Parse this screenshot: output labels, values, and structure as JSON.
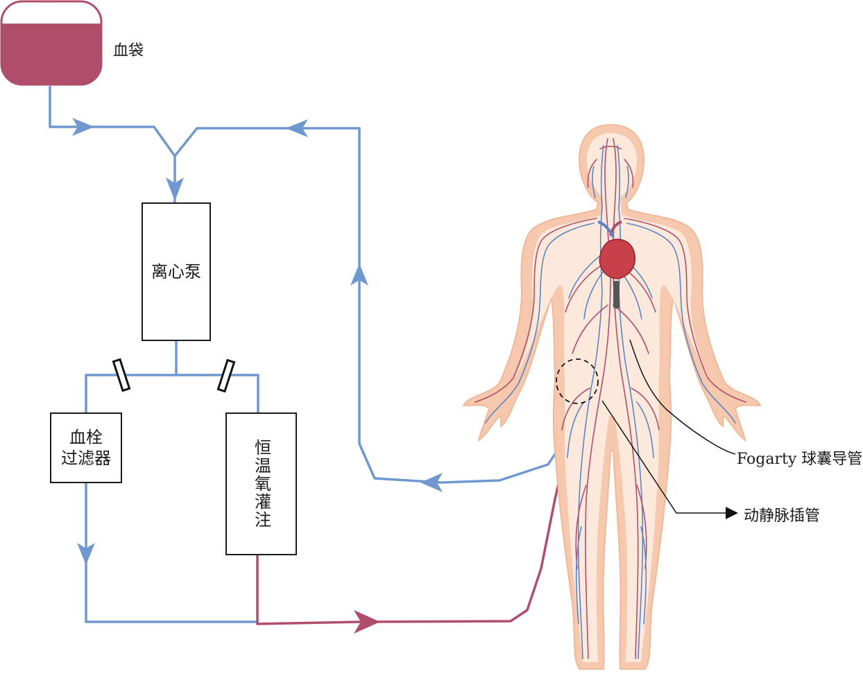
{
  "labels": {
    "blood_bag": "血袋",
    "pump": "离心泵",
    "filter_line1": "血栓",
    "filter_line2": "过滤器",
    "oxygenator": "恒温氧灌注",
    "fogarty": "Fogarty 球囊导管",
    "cannula": "动静脉插管"
  },
  "colors": {
    "venous_line": "#6f98d0",
    "arterial_line": "#b04d6a",
    "blood_bag_fill": "#b04d6a",
    "body_skin": "#f6c9ae",
    "body_inner": "#fde9dc",
    "heart": "#c8404a"
  },
  "icons": [
    "blood-bag-icon",
    "clamp-icon",
    "clamp-icon",
    "human-body-circulation-icon",
    "heart-icon",
    "balloon-catheter-icon"
  ]
}
